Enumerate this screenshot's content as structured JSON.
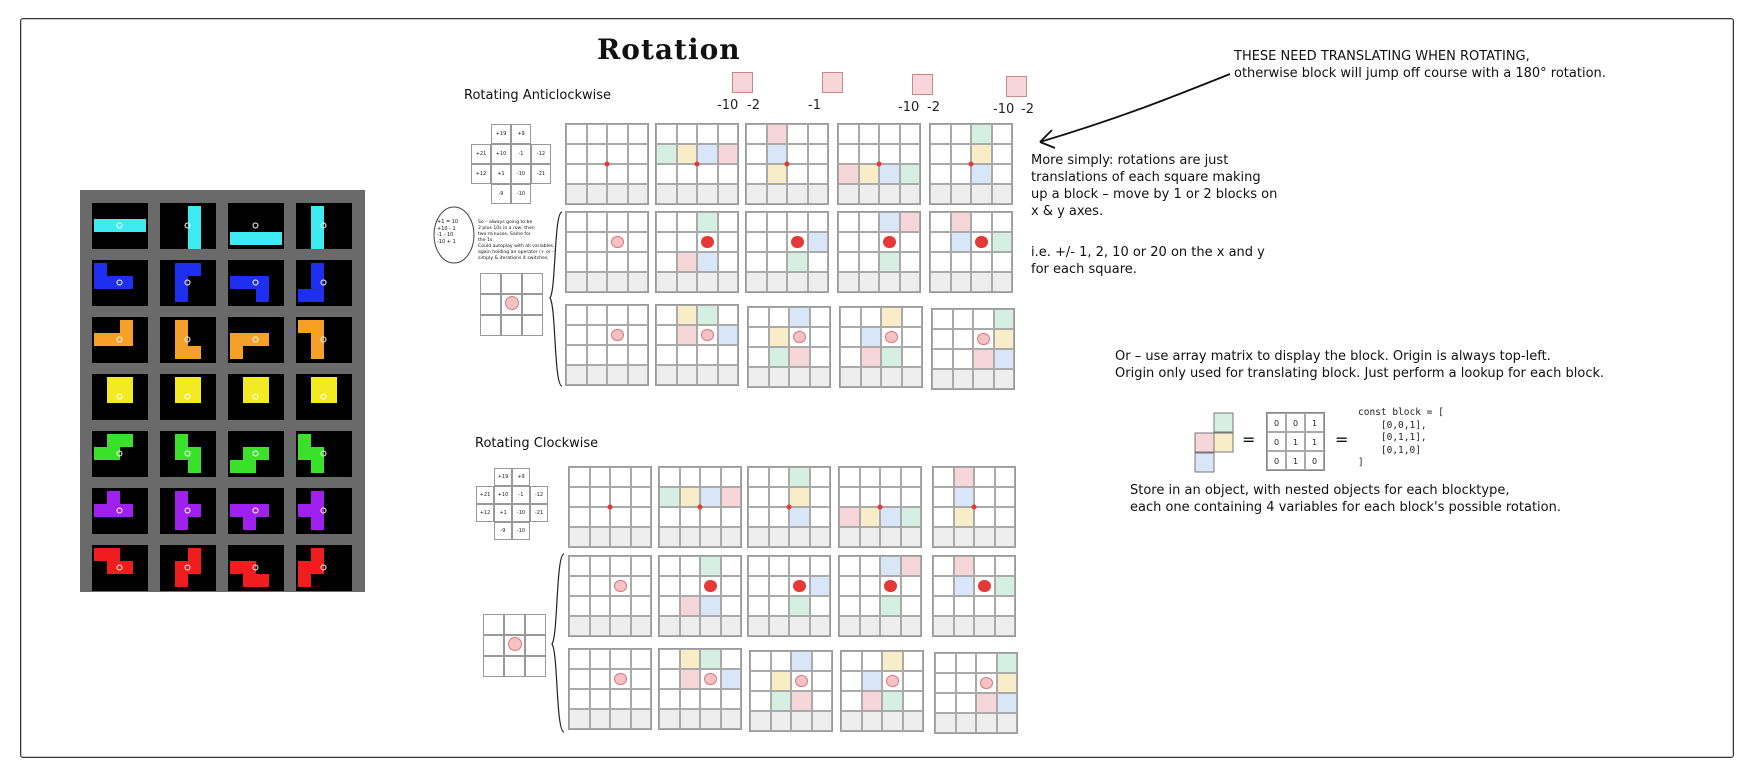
{
  "title": "Rotation",
  "labels": {
    "anticlockwise": "Rotating Anticlockwise",
    "clockwise": "Rotating Clockwise"
  },
  "offsets": [
    "-10",
    "-2",
    "-1",
    "-10",
    "-2",
    "-10",
    "-2"
  ],
  "notes": {
    "translate": "THESE NEED TRANSLATING WHEN ROTATING,\notherwise block will jump off course with a 180° rotation.",
    "simply": "More simply: rotations are just\ntranslations of each square making\nup a block – move by 1 or 2 blocks on\nx & y axes.",
    "ie": "i.e. +/- 1, 2, 10 or 20 on the x and y\nfor each square.",
    "matrix": "Or – use array matrix to display the block. Origin is always top-left.\nOrigin only used for translating block. Just perform a lookup for each block.",
    "store": "Store in an object, with nested objects for each blocktype,\neach one containing 4 variables for each block's possible rotation.",
    "small": "+1 = 10\n+10 - 1\n-1 - 10\n-10 + 1",
    "small2": "So – always going to be\n2 plus 10s in a row, then\ntwo minuses. Same for\nthe 1s.\nCould autoplay with all variables,\nagain holding an operator (+ or -)\nsimply & iterations it switches."
  },
  "code": "const block = [\n    [0,0,1],\n    [0,1,1],\n    [0,1,0]\n]",
  "matrix_values": [
    "0",
    "0",
    "1",
    "0",
    "1",
    "1",
    "0",
    "1",
    "0"
  ],
  "equals": "=",
  "cross_small": [
    "+19",
    "+9",
    "+21",
    "+10",
    "-1",
    "-12",
    "+12",
    "+1",
    "-10",
    "-21",
    "-9",
    "-10"
  ],
  "colors": {
    "cyan": "#3fe9f2",
    "blue": "#1f2ff0",
    "orange": "#f6a02a",
    "yellow": "#f2ea23",
    "green": "#3be02b",
    "purple": "#a020f0",
    "red": "#ef1d1d",
    "palette_bg": "#6a6a6a"
  }
}
